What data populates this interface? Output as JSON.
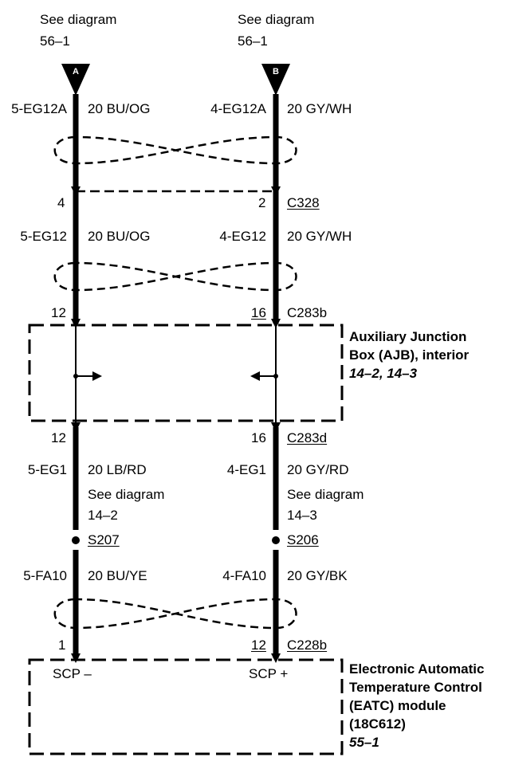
{
  "top_left": {
    "see": "See diagram",
    "page": "56–1",
    "marker": "A"
  },
  "top_right": {
    "see": "See diagram",
    "page": "56–1",
    "marker": "B"
  },
  "seg1": {
    "left_circuit": "5-EG12A",
    "left_wire": "20 BU/OG",
    "right_circuit": "4-EG12A",
    "right_wire": "20 GY/WH"
  },
  "c328": {
    "left_pin": "4",
    "right_pin": "2",
    "connector": "C328"
  },
  "seg2": {
    "left_circuit": "5-EG12",
    "left_wire": "20 BU/OG",
    "right_circuit": "4-EG12",
    "right_wire": "20 GY/WH"
  },
  "c283b": {
    "left_pin": "12",
    "right_pin": "16",
    "connector": "C283b"
  },
  "ajb": {
    "line1": "Auxiliary Junction",
    "line2": "Box (AJB), interior",
    "ref": "14–2, 14–3"
  },
  "c283d": {
    "left_pin": "12",
    "right_pin": "16",
    "connector": "C283d"
  },
  "seg3": {
    "left_circuit": "5-EG1",
    "left_wire": "20 LB/RD",
    "right_circuit": "4-EG1",
    "right_wire": "20 GY/RD"
  },
  "left_ref": {
    "see": "See diagram",
    "page": "14–2",
    "splice": "S207"
  },
  "right_ref": {
    "see": "See diagram",
    "page": "14–3",
    "splice": "S206"
  },
  "seg4": {
    "left_circuit": "5-FA10",
    "left_wire": "20 BU/YE",
    "right_circuit": "4-FA10",
    "right_wire": "20 GY/BK"
  },
  "c228b": {
    "left_pin": "1",
    "right_pin": "12",
    "connector": "C228b"
  },
  "eatc": {
    "pin_left": "SCP –",
    "pin_right": "SCP +",
    "line1": "Electronic Automatic",
    "line2": "Temperature Control",
    "line3": "(EATC) module",
    "line4": "(18C612)",
    "ref": "55–1"
  }
}
